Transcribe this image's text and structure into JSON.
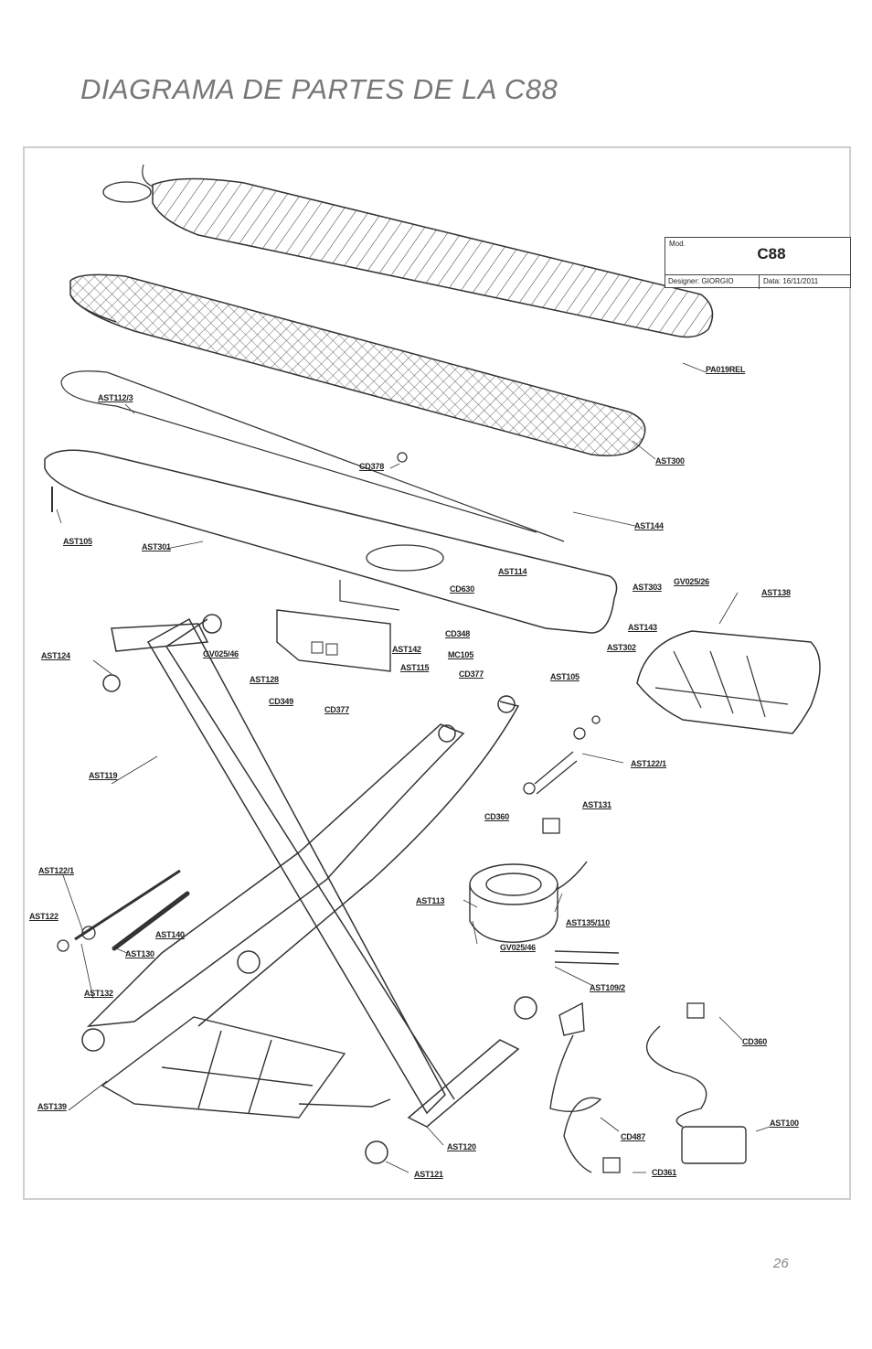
{
  "page": {
    "title": "DIAGRAMA DE PARTES DE LA C88",
    "page_number": "26"
  },
  "title_block": {
    "mod_label": "Mod.",
    "model": "C88",
    "designer": "Designer: GIORGIO",
    "date": "Data: 16/11/2011"
  },
  "labels": {
    "pa019rel": "PA019REL",
    "ast112_3": "AST112/3",
    "ast300": "AST300",
    "cd378": "CD378",
    "ast144": "AST144",
    "ast105_a": "AST105",
    "ast301": "AST301",
    "ast114": "AST114",
    "cd630": "CD630",
    "ast303": "AST303",
    "gv025_26": "GV025/26",
    "ast138": "AST138",
    "ast124": "AST124",
    "gv025_46_a": "GV025/46",
    "ast142": "AST142",
    "cd348": "CD348",
    "ast143": "AST143",
    "mc105": "MC105",
    "ast302": "AST302",
    "ast115": "AST115",
    "cd377_a": "CD377",
    "ast128": "AST128",
    "ast105_b": "AST105",
    "cd349": "CD349",
    "cd377_b": "CD377",
    "ast122_1_a": "AST122/1",
    "ast119": "AST119",
    "ast131": "AST131",
    "cd360_a": "CD360",
    "ast122_1_b": "AST122/1",
    "ast113": "AST113",
    "ast135_110": "AST135/110",
    "ast122": "AST122",
    "ast140": "AST140",
    "gv025_46_b": "GV025/46",
    "ast130": "AST130",
    "ast109_2": "AST109/2",
    "ast132": "AST132",
    "cd360_b": "CD360",
    "ast100": "AST100",
    "ast139": "AST139",
    "cd487": "CD487",
    "ast120": "AST120",
    "cd361": "CD361",
    "ast121": "AST121"
  }
}
